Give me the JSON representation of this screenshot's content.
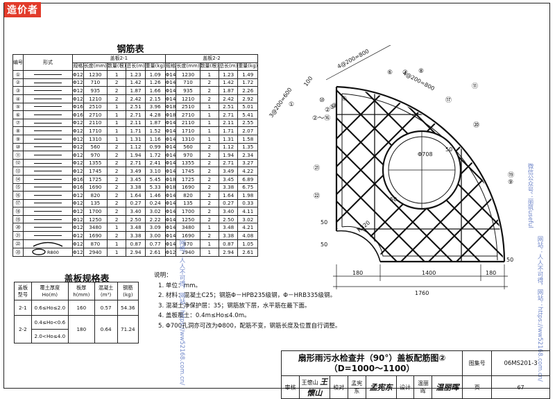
{
  "watermark_top_left": "造价者",
  "watermark_side_left": "网络，人人不可得，网站：https://ww52168.com.cn/",
  "watermark_side_right_a": "微信公众号：丽筑useful",
  "watermark_side_right_b": "网站：人人不可得，网站：https://ww52168.com.cn/",
  "rebar_table": {
    "title": "钢筋表",
    "h_no": "编号",
    "h_shape": "形式",
    "group1": "盖板2-1",
    "group2": "盖板2-2",
    "cols": [
      "规格",
      "长度(mm)",
      "数量(根)",
      "总长(m)",
      "重量(kg)"
    ],
    "rows": [
      {
        "no": "①",
        "a": [
          "Φ12",
          "1230",
          "1",
          "1.23",
          "1.09"
        ],
        "b": [
          "Φ14",
          "1230",
          "1",
          "1.23",
          "1.49"
        ]
      },
      {
        "no": "②",
        "a": [
          "Φ12",
          "710",
          "2",
          "1.42",
          "1.26"
        ],
        "b": [
          "Φ14",
          "710",
          "2",
          "1.42",
          "1.72"
        ]
      },
      {
        "no": "③",
        "a": [
          "Φ12",
          "935",
          "2",
          "1.87",
          "1.66"
        ],
        "b": [
          "Φ14",
          "935",
          "2",
          "1.87",
          "2.26"
        ]
      },
      {
        "no": "④",
        "a": [
          "Φ12",
          "1210",
          "2",
          "2.42",
          "2.15"
        ],
        "b": [
          "Φ14",
          "1210",
          "2",
          "2.42",
          "2.92"
        ]
      },
      {
        "no": "⑤",
        "a": [
          "Φ16",
          "2510",
          "1",
          "2.51",
          "3.96"
        ],
        "b": [
          "Φ18",
          "2510",
          "1",
          "2.51",
          "5.01"
        ]
      },
      {
        "no": "⑥",
        "a": [
          "Φ16",
          "2710",
          "1",
          "2.71",
          "4.28"
        ],
        "b": [
          "Φ18",
          "2710",
          "1",
          "2.71",
          "5.41"
        ]
      },
      {
        "no": "⑦",
        "a": [
          "Φ12",
          "2110",
          "1",
          "2.11",
          "1.87"
        ],
        "b": [
          "Φ14",
          "2110",
          "1",
          "2.11",
          "2.55"
        ]
      },
      {
        "no": "⑧",
        "a": [
          "Φ12",
          "1710",
          "1",
          "1.71",
          "1.52"
        ],
        "b": [
          "Φ14",
          "1710",
          "1",
          "1.71",
          "2.07"
        ]
      },
      {
        "no": "⑨",
        "a": [
          "Φ12",
          "1310",
          "1",
          "1.31",
          "1.16"
        ],
        "b": [
          "Φ14",
          "1310",
          "1",
          "1.31",
          "1.58"
        ]
      },
      {
        "no": "⑩",
        "a": [
          "Φ12",
          "560",
          "2",
          "1.12",
          "0.99"
        ],
        "b": [
          "Φ14",
          "560",
          "2",
          "1.12",
          "1.35"
        ]
      },
      {
        "no": "⑪",
        "a": [
          "Φ12",
          "970",
          "2",
          "1.94",
          "1.72"
        ],
        "b": [
          "Φ14",
          "970",
          "2",
          "1.94",
          "2.34"
        ]
      },
      {
        "no": "⑫",
        "a": [
          "Φ12",
          "1355",
          "2",
          "2.71",
          "2.41"
        ],
        "b": [
          "Φ14",
          "1355",
          "2",
          "2.71",
          "3.27"
        ]
      },
      {
        "no": "⑬",
        "a": [
          "Φ12",
          "1745",
          "2",
          "3.49",
          "3.10"
        ],
        "b": [
          "Φ14",
          "1745",
          "2",
          "3.49",
          "4.22"
        ]
      },
      {
        "no": "⑭",
        "a": [
          "Φ16",
          "1725",
          "2",
          "3.45",
          "5.45"
        ],
        "b": [
          "Φ18",
          "1725",
          "2",
          "3.45",
          "6.89"
        ]
      },
      {
        "no": "⑮",
        "a": [
          "Φ16",
          "1690",
          "2",
          "3.38",
          "5.33"
        ],
        "b": [
          "Φ18",
          "1690",
          "2",
          "3.38",
          "6.75"
        ]
      },
      {
        "no": "⑯",
        "a": [
          "Φ12",
          "820",
          "2",
          "1.64",
          "1.46"
        ],
        "b": [
          "Φ14",
          "820",
          "2",
          "1.64",
          "1.98"
        ]
      },
      {
        "no": "⑰",
        "a": [
          "Φ12",
          "135",
          "2",
          "0.27",
          "0.24"
        ],
        "b": [
          "Φ14",
          "135",
          "2",
          "0.27",
          "0.33"
        ]
      },
      {
        "no": "⑱",
        "a": [
          "Φ12",
          "1700",
          "2",
          "3.40",
          "3.02"
        ],
        "b": [
          "Φ14",
          "1700",
          "2",
          "3.40",
          "4.11"
        ]
      },
      {
        "no": "⑲",
        "a": [
          "Φ12",
          "1250",
          "2",
          "2.50",
          "2.22"
        ],
        "b": [
          "Φ14",
          "1250",
          "2",
          "2.50",
          "3.02"
        ]
      },
      {
        "no": "⑳",
        "a": [
          "Φ12",
          "3480",
          "1",
          "3.48",
          "3.09"
        ],
        "b": [
          "Φ14",
          "3480",
          "1",
          "3.48",
          "4.21"
        ]
      },
      {
        "no": "㉑",
        "a": [
          "Φ12",
          "1690",
          "2",
          "3.38",
          "3.00"
        ],
        "b": [
          "Φ14",
          "1690",
          "2",
          "3.38",
          "4.08"
        ]
      },
      {
        "no": "㉒",
        "a": [
          "Φ12",
          "870",
          "1",
          "0.87",
          "0.77"
        ],
        "b": [
          "Φ14",
          "870",
          "1",
          "0.87",
          "1.05"
        ]
      },
      {
        "no": "㉓",
        "a": [
          "Φ12",
          "2940",
          "1",
          "2.94",
          "2.61"
        ],
        "b": [
          "Φ12",
          "2940",
          "1",
          "2.94",
          "2.61"
        ]
      }
    ],
    "ring_label": "R800"
  },
  "spec_table": {
    "title": "盖板规格表",
    "headers": [
      "盖板型号",
      "覆土厚度Ho(m)",
      "板厚h(mm)",
      "混凝土(m³)",
      "钢筋(kg)"
    ],
    "r1": [
      "2-1",
      "0.6≤Ho≤2.0",
      "160",
      "0.57",
      "54.36"
    ],
    "r2_type": "2-2",
    "r2_cover_a": "0.4≤Ho<0.6",
    "r2_cover_b": "2.0<Ho≤4.0",
    "r2_rest": [
      "180",
      "0.64",
      "71.24"
    ]
  },
  "notes": {
    "title": "说明：",
    "items": [
      "1. 单位：mm。",
      "2. 材料：混凝土C25；钢筋Φ－HPB235级钢，Φ－HRB335级钢。",
      "3. 混凝土净保护层：35；钢筋放下层，水平筋在最下面。",
      "4. 盖板覆土：0.4m≤Ho≤4.0m。",
      "5. Φ700孔洞亦可改为Φ800，配筋不变，钢筋长度及位置自行调整。"
    ]
  },
  "drawing": {
    "dim_top_a": "4@200=800",
    "dim_top_b": "4@200=800",
    "dim_left_a": "3@200=600",
    "dim_left_b": "100",
    "hole_label": "Φ708",
    "hole_r": "50",
    "hole_r2": "50",
    "r_label": "R320",
    "dim_1400": "1400",
    "dim_1760": "1760",
    "dim_180_l": "180",
    "dim_180_r": "180",
    "dim_50_a": "50",
    "dim_50_b": "50",
    "dim_50_c": "50",
    "callouts": [
      "⑩",
      "⑰",
      "⑪",
      "⑧",
      "⑦",
      "⑥",
      "①",
      "②～⑯",
      "⑳",
      "⑤",
      "④",
      "③",
      "②",
      "⑲",
      "⑨",
      "㉑",
      "㉒"
    ]
  },
  "title_block": {
    "title_line1": "扇形雨污水检查井（90°）盖板配筋图②",
    "title_line2": "（D=1000～1100）",
    "atlas_label": "图集号",
    "atlas_no": "06MS201-3",
    "review_label": "审核",
    "reviewer": "王懷山",
    "reviewer_sig": "王懷山",
    "check_label": "校对",
    "checker": "孟宪东",
    "checker_sig": "孟宪东",
    "design_label": "设计",
    "designer": "温丽晖",
    "designer_sig": "温丽晖",
    "page_label": "页",
    "page_no": "67"
  }
}
